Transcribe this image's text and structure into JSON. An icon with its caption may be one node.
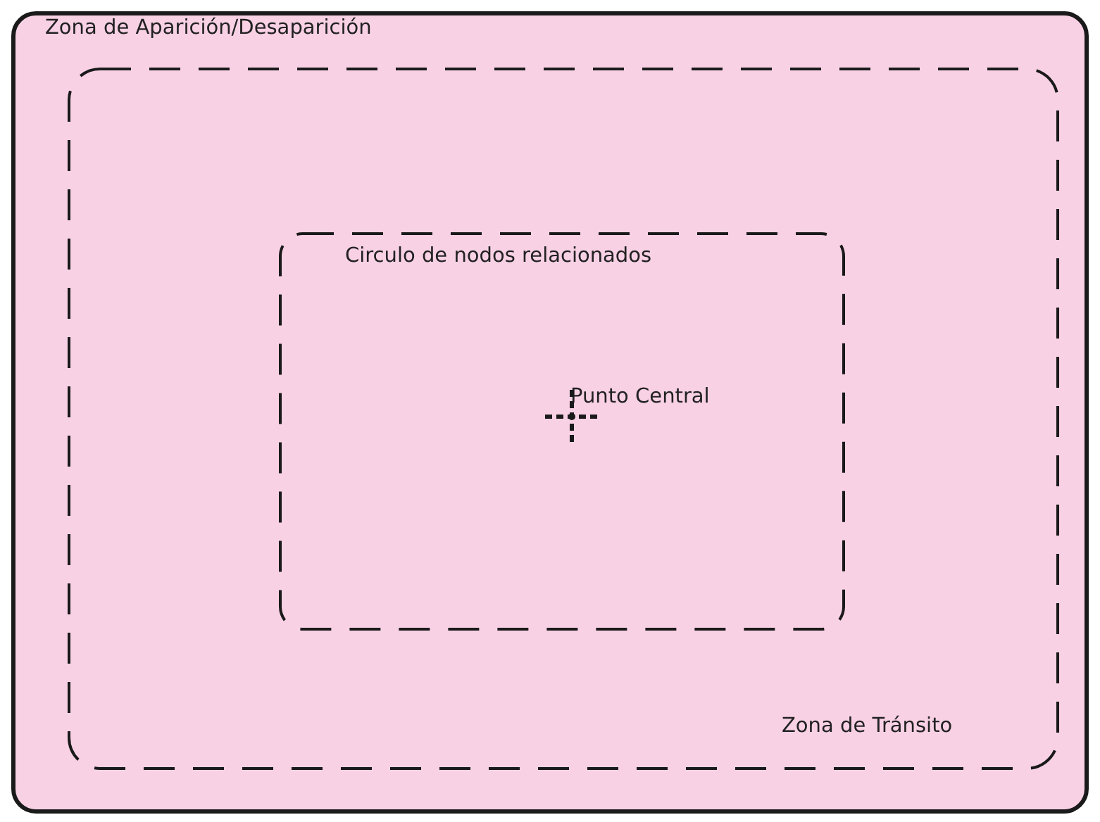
{
  "diagram": {
    "nodes": [
      {
        "text": [
          "Zona de Aparición/Desaparición"
        ]
      },
      {
        "text": [
          "Zona de Tránsito"
        ],
        "in": 0
      },
      {
        "text": [
          "Circulo de nodos relacionados"
        ],
        "in": 1
      },
      {
        "text": [
          "Punto Central"
        ],
        "in": 2
      }
    ],
    "edges": []
  }
}
